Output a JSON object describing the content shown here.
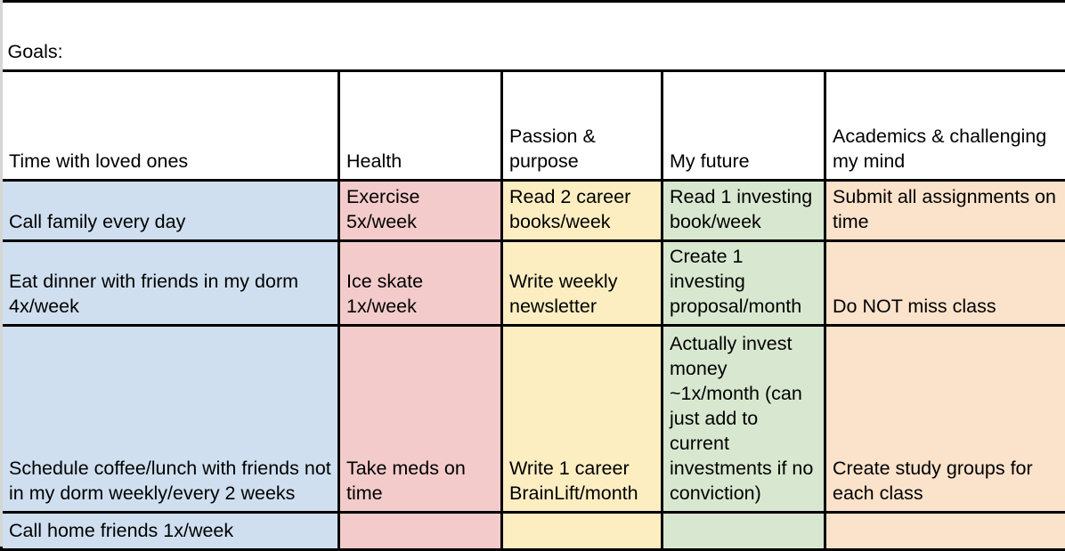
{
  "document": {
    "title": "Goals:",
    "type": "spreadsheet-table"
  },
  "colors": {
    "col_time_with_loved_ones": "#cfdfef",
    "col_health": "#f4cbcb",
    "col_passion_purpose": "#fdeec2",
    "col_my_future": "#d8e8d0",
    "col_academics": "#fbe2cb",
    "grid_line": "#000000",
    "background": "#ffffff",
    "text": "#000000"
  },
  "table": {
    "headers": [
      "Time with loved ones",
      "Health",
      "Passion & purpose",
      "My future",
      "Academics & challenging my mind"
    ],
    "rows": [
      [
        "Call family every day",
        "Exercise 5x/week",
        "Read 2 career books/week",
        "Read 1 investing book/week",
        "Submit all assignments on time"
      ],
      [
        "Eat dinner with friends in my dorm 4x/week",
        "Ice skate 1x/week",
        "Write weekly newsletter",
        "Create 1 investing proposal/month",
        "Do NOT miss class"
      ],
      [
        "Schedule coffee/lunch with friends not in my dorm weekly/every 2 weeks",
        "Take meds on time",
        "Write 1 career BrainLift/month",
        "Actually invest money ~1x/month (can just add to current investments if no conviction)",
        "Create study groups for each class"
      ],
      [
        "Call home friends 1x/week",
        "",
        "",
        "",
        ""
      ]
    ]
  }
}
